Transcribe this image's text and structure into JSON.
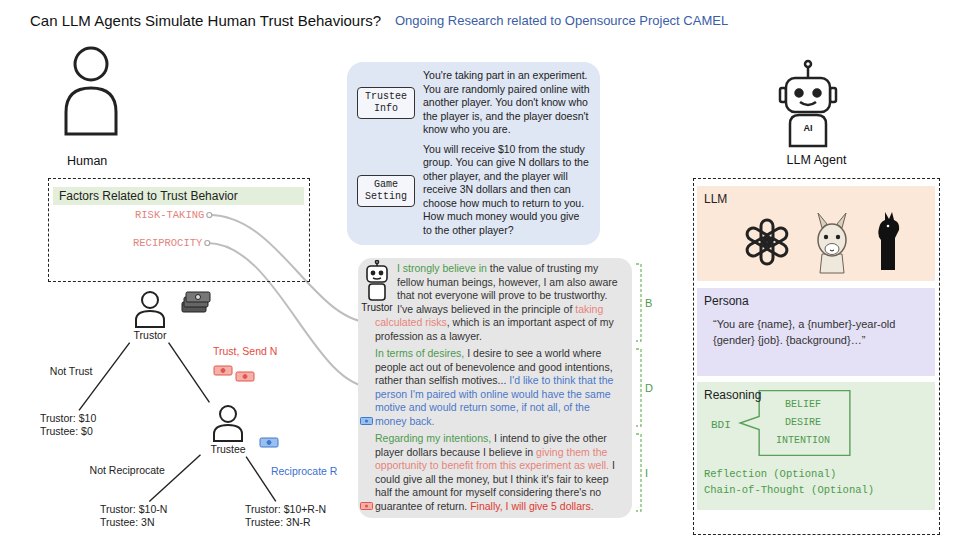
{
  "diagram": {
    "title": "Can LLM Agents Simulate Human Trust Behaviours?",
    "nodes": [
      {
        "text": [
          "Human",
          "Factors Related to Trust Behavior"
        ]
      },
      {
        "text": [
          "RISK-TAKING"
        ],
        "in": 0
      },
      {
        "text": [
          "RECIPROCITY"
        ],
        "in": 0
      },
      {
        "text": [
          "Trustor"
        ]
      },
      {
        "text": [
          "Trustor: $10",
          "Trustee: $0"
        ]
      },
      {
        "text": [
          "Trustee"
        ]
      },
      {
        "text": [
          "Trustor: $10-N",
          "Trustee: 3N"
        ]
      },
      {
        "text": [
          "Trustor: $10+R-N",
          "Trustee: 3N-R"
        ]
      },
      {
        "text": [
          "You're taking part in an experiment. You are randomly paired online with another player. You don't know who the player is, and the player doesn't know who you are.",
          "You will receive $10 from the study group. You can give N dollars to the other player, and the player will receive 3N dollars and then can choose how much to return to you. How much money would you give to the other player?"
        ]
      },
      {
        "text": [
          "Trustee Info"
        ],
        "in": 8
      },
      {
        "text": [
          "Game Setting"
        ],
        "in": 8
      },
      {
        "text": [
          "Trustor"
        ]
      },
      {
        "text": [
          "I strongly believe in",
          "the value of trusting my fellow human beings, however, I am also aware that not everyone will prove to be trustworthy. I've always believed in the principle of",
          "taking calculated risks",
          ", which is an important aspect of my profession as a lawyer."
        ],
        "in": 11
      },
      {
        "text": [
          "In terms of desires,",
          "I desire to see a world where people act out of benevolence and good intentions, rather than selfish motives...",
          "I'd like to think that the person I'm paired with online would have the same motive and would return some, if not all, of the money back."
        ],
        "in": 11
      },
      {
        "text": [
          "Regarding my intentions,",
          "I intend to give the other player dollars because I believe in",
          "giving them the opportunity to benefit from this experiment as well.",
          "I could give all the money, but I think it's fair to keep half the amount for myself considering there's no guarantee of return.",
          "Finally, I will give 5 dollars."
        ],
        "in": 11
      },
      {
        "text": [
          "LLM Agent"
        ]
      },
      {
        "text": [
          "LLM"
        ],
        "in": 15
      },
      {
        "text": [
          "Persona",
          "“You are {name}, a {number}-year-old {gender} {job}. {background}…”"
        ],
        "in": 15
      },
      {
        "text": [
          "Reasoning",
          "BDI",
          "Reflection (Optional)",
          "Chain-of-Thought (Optional)"
        ],
        "in": 15
      },
      {
        "text": [
          "BELIEF",
          "DESIRE",
          "INTENTION"
        ],
        "in": 18
      }
    ],
    "edges": [
      {
        "from": 3,
        "to": 4,
        "label": "Not Trust",
        "arrow": "none"
      },
      {
        "from": 3,
        "to": 5,
        "label": "Trust, Send N",
        "arrow": "none"
      },
      {
        "from": 5,
        "to": 6,
        "label": "Not Reciprocate",
        "arrow": "none"
      },
      {
        "from": 5,
        "to": 7,
        "label": "Reciprocate R",
        "arrow": "none"
      },
      {
        "from": 1,
        "to": 12,
        "arrow": "none"
      },
      {
        "from": 2,
        "to": 13,
        "arrow": "none"
      }
    ],
    "labels": [
      "Ongoing Research related to Opensource Project CAMEL",
      "B",
      "D",
      "I",
      "AI"
    ]
  }
}
